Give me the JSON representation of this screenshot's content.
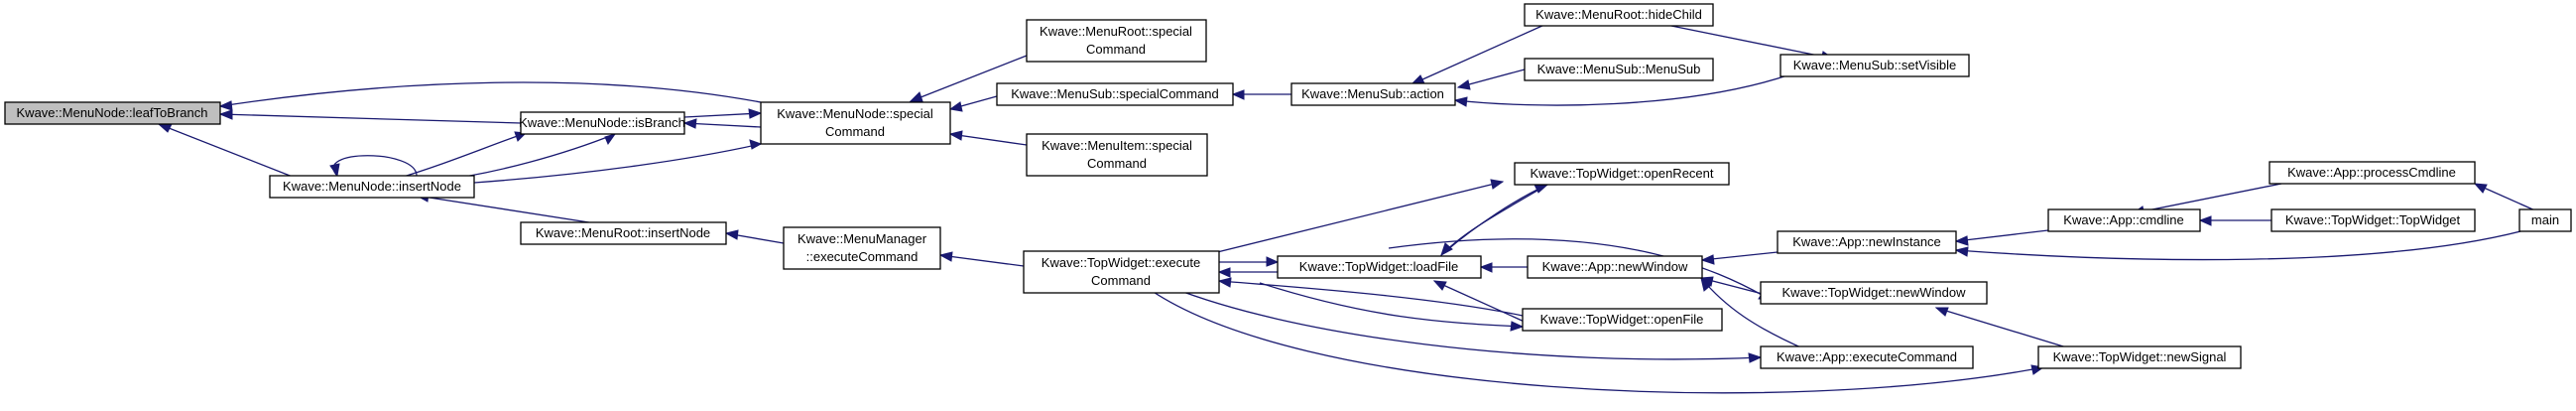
{
  "diagram": {
    "nodes": {
      "leafToBranch": {
        "lines": [
          "Kwave::MenuNode::leafToBranch"
        ],
        "root": true
      },
      "isBranch": {
        "lines": [
          "Kwave::MenuNode::isBranch"
        ]
      },
      "insertNode": {
        "lines": [
          "Kwave::MenuNode::insertNode"
        ]
      },
      "special": {
        "lines": [
          "Kwave::MenuNode::special",
          "Command"
        ]
      },
      "rootInsertNode": {
        "lines": [
          "Kwave::MenuRoot::insertNode"
        ]
      },
      "mgrExecute": {
        "lines": [
          "Kwave::MenuManager",
          "::executeCommand"
        ]
      },
      "rootSpecial": {
        "lines": [
          "Kwave::MenuRoot::special",
          "Command"
        ]
      },
      "subSpecial": {
        "lines": [
          "Kwave::MenuSub::specialCommand"
        ]
      },
      "itemSpecial": {
        "lines": [
          "Kwave::MenuItem::special",
          "Command"
        ]
      },
      "subAction": {
        "lines": [
          "Kwave::MenuSub::action"
        ]
      },
      "hideChild": {
        "lines": [
          "Kwave::MenuRoot::hideChild"
        ]
      },
      "menuSub": {
        "lines": [
          "Kwave::MenuSub::MenuSub"
        ]
      },
      "setVisible": {
        "lines": [
          "Kwave::MenuSub::setVisible"
        ]
      },
      "twExecute": {
        "lines": [
          "Kwave::TopWidget::execute",
          "Command"
        ]
      },
      "openRecent": {
        "lines": [
          "Kwave::TopWidget::openRecent"
        ]
      },
      "loadFile": {
        "lines": [
          "Kwave::TopWidget::loadFile"
        ]
      },
      "openFile": {
        "lines": [
          "Kwave::TopWidget::openFile"
        ]
      },
      "newWindowApp": {
        "lines": [
          "Kwave::App::newWindow"
        ]
      },
      "newInstance": {
        "lines": [
          "Kwave::App::newInstance"
        ]
      },
      "newWindowTw": {
        "lines": [
          "Kwave::TopWidget::newWindow"
        ]
      },
      "appExecute": {
        "lines": [
          "Kwave::App::executeCommand"
        ]
      },
      "cmdline": {
        "lines": [
          "Kwave::App::cmdline"
        ]
      },
      "processCmdline": {
        "lines": [
          "Kwave::App::processCmdline"
        ]
      },
      "topWidget": {
        "lines": [
          "Kwave::TopWidget::TopWidget"
        ]
      },
      "newSignal": {
        "lines": [
          "Kwave::TopWidget::newSignal"
        ]
      },
      "main": {
        "lines": [
          "main"
        ]
      }
    },
    "edge_color": "#191970",
    "root_fill": "#bfbfbf"
  }
}
